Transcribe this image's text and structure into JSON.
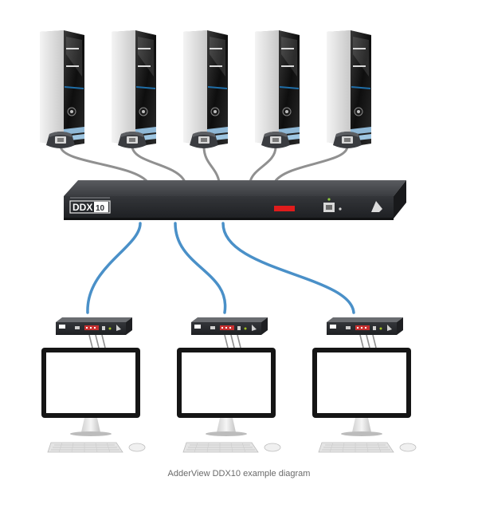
{
  "caption": "AdderView DDX10 example diagram",
  "switch": {
    "logo": "DDX",
    "logo_num": "10"
  },
  "computers": [
    {},
    {},
    {},
    {},
    {}
  ],
  "workstations": [
    {},
    {},
    {}
  ],
  "colors": {
    "cable_grey": "#909090",
    "cable_blue": "#4a90c8",
    "device_body": "#2d2f33",
    "led_red": "#e01c1c",
    "tower_stripe": "#1f6ea8"
  }
}
